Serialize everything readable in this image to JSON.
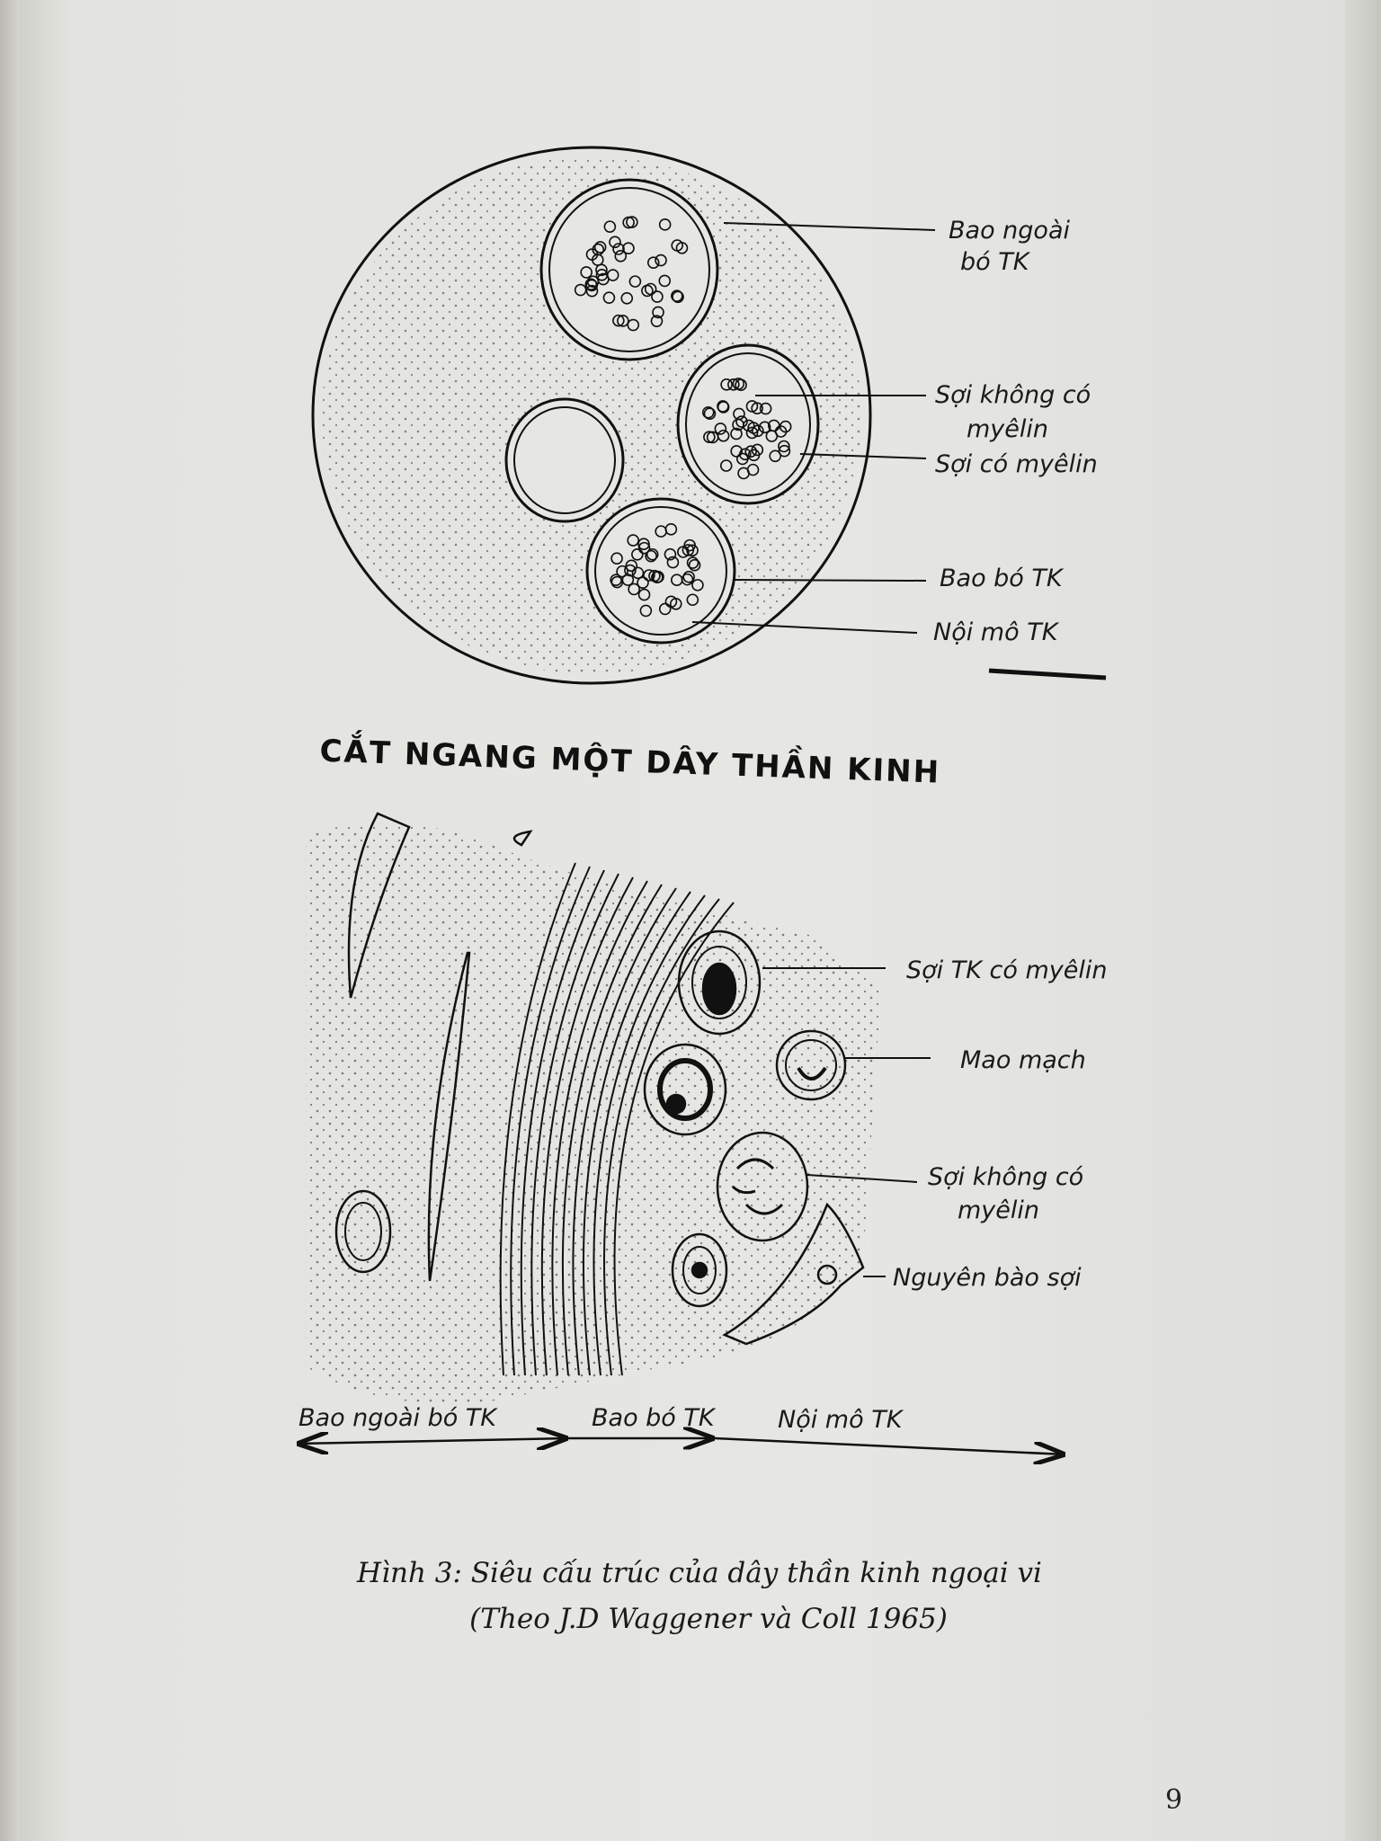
{
  "cross_section": {
    "title": "CẮT NGANG MỘT DÂY THẦN KINH",
    "labels": {
      "epineurium": [
        "Bao ngoài",
        "bó TK"
      ],
      "unmyelinated": [
        "Sợi không có",
        "myêlin"
      ],
      "myelinated": "Sợi có myêlin",
      "perineurium": "Bao bó TK",
      "endoneurium": "Nội mô TK"
    }
  },
  "ultrastructure": {
    "labels": {
      "myelinated_fiber": "Sợi TK có myêlin",
      "capillary": "Mao mạch",
      "unmyelinated_fiber": [
        "Sợi không có",
        "myêlin"
      ],
      "fibroblast": "Nguyên bào sợi"
    },
    "scale": [
      "Bao ngoài bó TK",
      "Bao bó TK",
      "Nội mô TK"
    ]
  },
  "caption": {
    "line1": "Hình 3: Siêu cấu trúc của dây thần kinh ngoại vi",
    "line2": "(Theo J.D Waggener và Coll 1965)"
  },
  "page_number": "9"
}
